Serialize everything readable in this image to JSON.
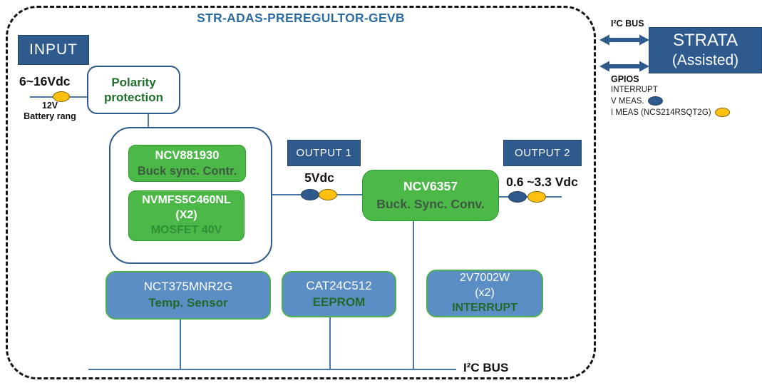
{
  "title": "STR-ADAS-PREREGULTOR-GEVB",
  "input_section": {
    "label": "INPUT",
    "voltage": "6~16Vdc",
    "battery_line1": "12V",
    "battery_line2": "Battery rang"
  },
  "polarity_box": {
    "line1": "Polarity",
    "line2": "protection"
  },
  "preregulator": {
    "controller": {
      "part": "NCV881930",
      "desc": "Buck sync. Contr."
    },
    "mosfet": {
      "part": "NVMFS5C460NL",
      "qty": "(X2)",
      "desc": "MOSFET 40V"
    }
  },
  "output1": {
    "label": "OUTPUT 1",
    "voltage": "5Vdc"
  },
  "converter": {
    "part": "NCV6357",
    "desc": "Buck. Sync. Conv."
  },
  "output2": {
    "label": "OUTPUT 2",
    "voltage": "0.6 ~3.3 Vdc"
  },
  "peripherals": [
    {
      "part": "NCT375MNR2G",
      "desc": "Temp. Sensor"
    },
    {
      "part": "CAT24C512",
      "desc": "EEPROM"
    },
    {
      "part": "2V7002W",
      "qty": "(x2)",
      "desc": "INTERRUPT"
    }
  ],
  "i2c_bus_label": "I²C BUS",
  "strata_section": {
    "i2c_label": "I²C BUS",
    "box_line1": "STRATA",
    "box_line2": "(Assisted)",
    "gpios_label": "GPIOS",
    "legend": [
      {
        "label": "INTERRUPT",
        "dot": "none"
      },
      {
        "label": "V MEAS.",
        "dot": "blue"
      },
      {
        "label": "I MEAS (NCS214RSQT2G)",
        "dot": "yellow"
      }
    ]
  },
  "colors": {
    "dark_blue": "#2e5a8e",
    "green": "#4cb848",
    "light_blue_box": "#5b8ec4",
    "dark_green_text": "#1e6b2b",
    "line_blue": "#4a76a8",
    "dot_yellow": "#ffc010",
    "title_blue": "#2e6da4"
  }
}
